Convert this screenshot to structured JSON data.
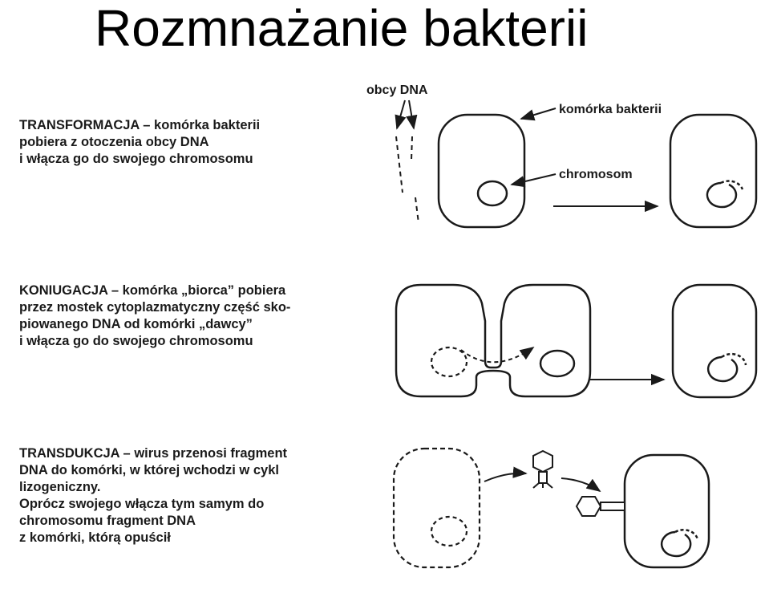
{
  "title": "Rozmnażanie bakterii",
  "transformation": {
    "lines": [
      "TRANSFORMACJA – komórka bakterii",
      "pobiera z otoczenia obcy DNA",
      "i włącza go do swojego chromosomu"
    ],
    "label_foreign_dna": "obcy DNA",
    "label_bacterial_cell": "komórka bakterii",
    "label_chromosome": "chromosom"
  },
  "conjugation": {
    "lines": [
      "KONIUGACJA – komórka „biorca” pobiera",
      "przez mostek cytoplazmatyczny część sko-",
      "piowanego DNA od komórki „dawcy”",
      "i włącza go do swojego chromosomu"
    ]
  },
  "transduction": {
    "lines": [
      "TRANSDUKCJA – wirus przenosi fragment",
      "DNA do komórki, w której wchodzi w cykl",
      "lizogeniczny.",
      "Oprócz swojego włącza tym samym do",
      "chromosomu fragment DNA",
      "z komórki, którą opuścił"
    ]
  }
}
